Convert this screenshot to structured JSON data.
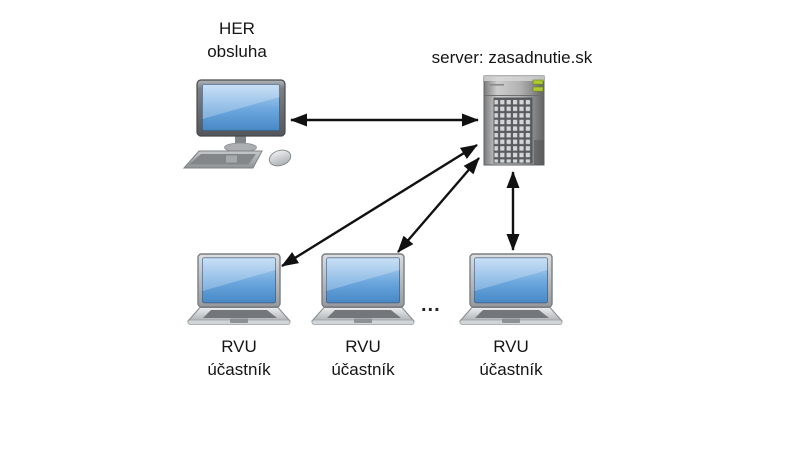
{
  "diagram": {
    "operator": {
      "line1": "HER",
      "line2": "obsluha"
    },
    "server": {
      "label": "server: zasadnutie.sk"
    },
    "participants": [
      {
        "line1": "RVU",
        "line2": "účastník"
      },
      {
        "line1": "RVU",
        "line2": "účastník"
      },
      {
        "line1": "RVU",
        "line2": "účastník"
      }
    ],
    "ellipsis": "...",
    "colors": {
      "background": "#ffffff",
      "text": "#151515",
      "arrow": "#111111",
      "screen_blue_top": "#b7d6f2",
      "screen_blue_bottom": "#4788c6",
      "chassis_silver": "#c2c5c8",
      "server_gray": "#9a9a9a",
      "led_green": "#aec932"
    }
  }
}
